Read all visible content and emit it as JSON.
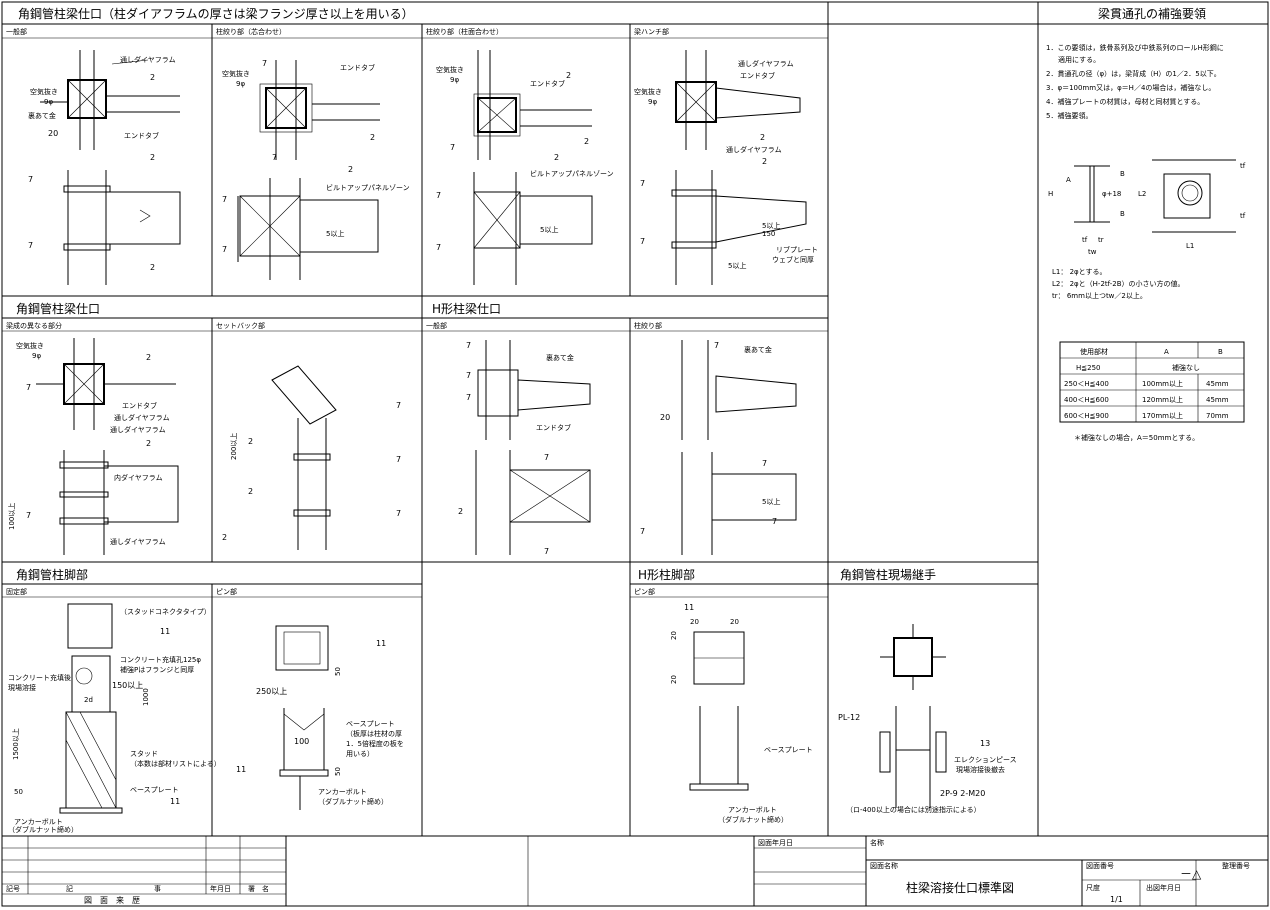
{
  "header": {
    "title_main": "角鋼管柱梁仕口（柱ダイアフラムの厚さは梁フランジ厚さ以上を用いる）",
    "title_right": "梁貫通孔の補強要領"
  },
  "row1": {
    "cells": [
      {
        "label": "一般部"
      },
      {
        "label": "柱絞り部（芯合わせ）"
      },
      {
        "label": "柱絞り部（柱面合わせ）"
      },
      {
        "label": "梁ハンチ部"
      }
    ]
  },
  "row2": {
    "section_left": "角鋼管柱梁仕口",
    "section_right": "H形柱梁仕口",
    "cells": [
      {
        "label": "梁成の異なる部分"
      },
      {
        "label": "セットバック部"
      },
      {
        "label": "一般部"
      },
      {
        "label": "柱絞り部"
      }
    ]
  },
  "row3": {
    "section_a": "角鋼管柱脚部",
    "section_b": "H形柱脚部",
    "section_c": "角鋼管柱現場継手",
    "cells": [
      {
        "label": "固定部"
      },
      {
        "label": "ピン部"
      },
      {
        "label": "ピン部"
      }
    ]
  },
  "annotations": {
    "through_diaphragm": "通しダイヤフラム",
    "end_tab": "エンドタブ",
    "air_vent": "空気抜き",
    "air_vent_size": "9φ",
    "backing_strip": "裏あて金",
    "built_up_panel": "ビルトアップパネルゾーン",
    "inner_diaphragm": "内ダイヤフラム",
    "rib_plate": "リブプレート",
    "rib_plate_note": "ウェブと同厚",
    "stud_type": "（スタッドコネクタタイプ）",
    "concrete_hole": "コンクリート充填孔125φ",
    "concrete_hole_note": "補強Pはフランジと同厚",
    "concrete_site": "コンクリート充填後",
    "concrete_site2": "現場溶接",
    "stud": "スタッド",
    "stud_note": "（本数は部材リストによる）",
    "base_plate": "ベースプレート",
    "base_plate_note1": "（板厚は柱材の厚",
    "base_plate_note2": "1．5倍程度の板を",
    "base_plate_note3": "用いる）",
    "anchor_bolt": "アンカーボルト",
    "anchor_bolt_note": "（ダブルナット締め）",
    "pl12": "PL-12",
    "erection_piece": "エレクションピース",
    "erection_note": "現場溶接後撤去",
    "bolt_spec": "2P-9  2-M20",
    "site_joint_note": "（ロ-400以上の場合には別途指示による）",
    "weld2": "2",
    "weld7": "7",
    "weld11": "11",
    "weld13": "13",
    "dim_20": "20",
    "dim_5up": "5以上",
    "dim_150": "150",
    "dim_200up": "200以上",
    "dim_100up": "100以上",
    "dim_150up": "150以上",
    "dim_1000": "1000",
    "dim_1500up": "1500以上",
    "dim_50": "50",
    "dim_250up": "250以上",
    "dim_100": "100",
    "dim_2d": "2d"
  },
  "reinforcement": {
    "notes": [
      "1．この要領は，鉄骨系列及び中鉄系列のロールH形鋼に",
      "適用にする。",
      "2．貫通孔の径（φ）は，梁背成（H）の1／2．5以下。",
      "3．φ＝100mm又は，φ＝H／4の場合は，補強なし。",
      "4．補強プレートの材質は，母材と同材質とする。",
      "5．補強要領。"
    ],
    "figure_labels": {
      "H": "H",
      "A": "A",
      "B": "B",
      "phi": "φ+18",
      "L1": "L1",
      "L2": "L2",
      "tf": "tf",
      "tw": "tw",
      "tr": "tr"
    },
    "defs": [
      "L1：  2φとする。",
      "L2：  2φと（H-2tf-2B）の小さい方の値。",
      "tr：  6mm以上つtw／2以上。"
    ],
    "table": {
      "headers": [
        "使用部材",
        "A",
        "B"
      ],
      "rows": [
        [
          "H≦250",
          "補強なし",
          ""
        ],
        [
          "250＜H≦400",
          "100mm以上",
          "45mm"
        ],
        [
          "400＜H≦600",
          "120mm以上",
          "45mm"
        ],
        [
          "600＜H≦900",
          "170mm以上",
          "70mm"
        ]
      ]
    },
    "footnote": "＊補強なしの場合，A＝50mmとする。"
  },
  "titleblock": {
    "history_title": "図　面　来　歴",
    "history_cols": [
      "記号",
      "記",
      "事",
      "年月日",
      "署　名"
    ],
    "drawing_date_label": "図面年月日",
    "name_label": "名称",
    "drawing_name_label": "図面名称",
    "drawing_name": "柱梁溶接仕口標準図",
    "drawing_no_label": "図面番号",
    "drawing_no": "－△",
    "revision_label": "整理番号",
    "scale_label": "尺度",
    "scale": "1/1",
    "issue_label": "出図年月日"
  },
  "colors": {
    "ink": "#000000",
    "paper": "#ffffff"
  }
}
